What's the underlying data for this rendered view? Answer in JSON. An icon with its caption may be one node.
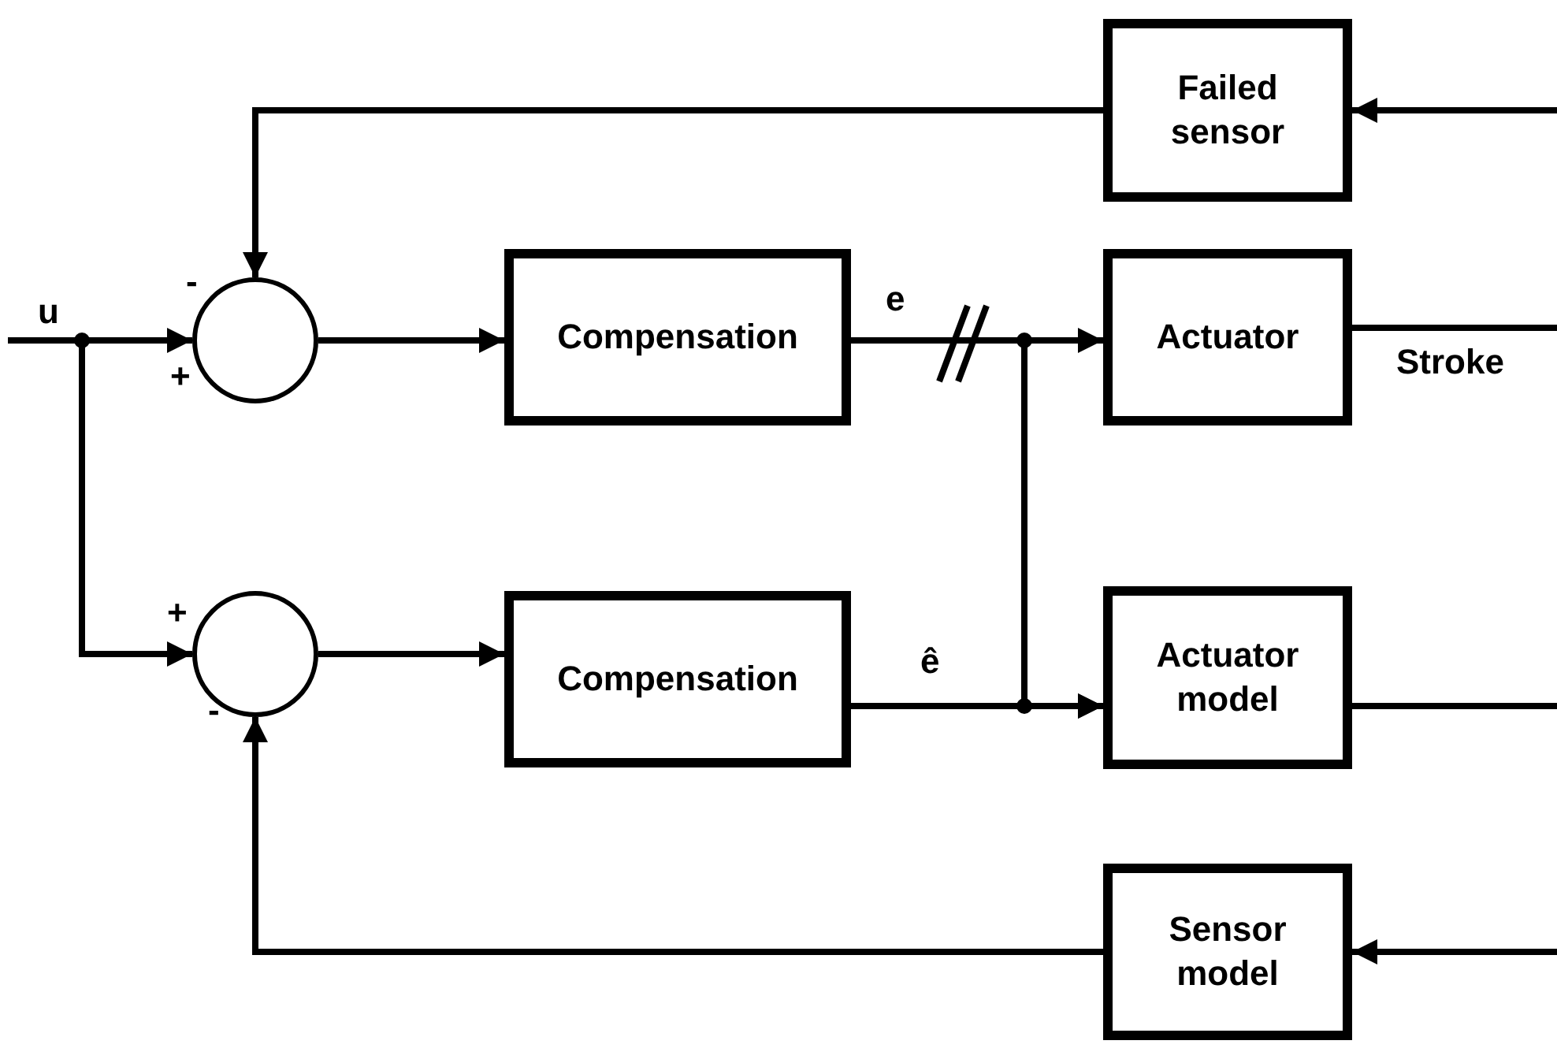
{
  "diagram": {
    "nodes": [
      {
        "text": [
          "Failed sensor"
        ]
      },
      {
        "text": [],
        "shape": "circle"
      },
      {
        "text": [
          "Compensation"
        ]
      },
      {
        "text": [
          "Actuator"
        ]
      },
      {
        "text": [],
        "shape": "circle"
      },
      {
        "text": [
          "Compensation"
        ]
      },
      {
        "text": [
          "Actuator model"
        ]
      },
      {
        "text": [
          "Sensor model"
        ]
      }
    ],
    "edges": [
      {
        "from": null,
        "to": 1,
        "arrow": "to",
        "label": "u"
      },
      {
        "from": null,
        "to": 4,
        "arrow": "to"
      },
      {
        "from": 1,
        "to": 2,
        "arrow": "to"
      },
      {
        "from": 2,
        "to": 3,
        "arrow": "to",
        "label": "e"
      },
      {
        "from": 2,
        "to": 6,
        "arrow": "to"
      },
      {
        "from": 5,
        "to": 6,
        "arrow": "to",
        "label": "ê"
      },
      {
        "from": 4,
        "to": 5,
        "arrow": "to"
      },
      {
        "from": 0,
        "to": 1,
        "arrow": "to"
      },
      {
        "from": 7,
        "to": 4,
        "arrow": "to"
      },
      {
        "from": 3,
        "to": null,
        "arrow": "none",
        "label": "Stroke"
      },
      {
        "from": 6,
        "to": null,
        "arrow": "none"
      },
      {
        "from": null,
        "to": 0,
        "arrow": "to"
      },
      {
        "from": null,
        "to": 7,
        "arrow": "to"
      }
    ],
    "labels": [
      "-",
      "+",
      "+",
      "-"
    ]
  }
}
